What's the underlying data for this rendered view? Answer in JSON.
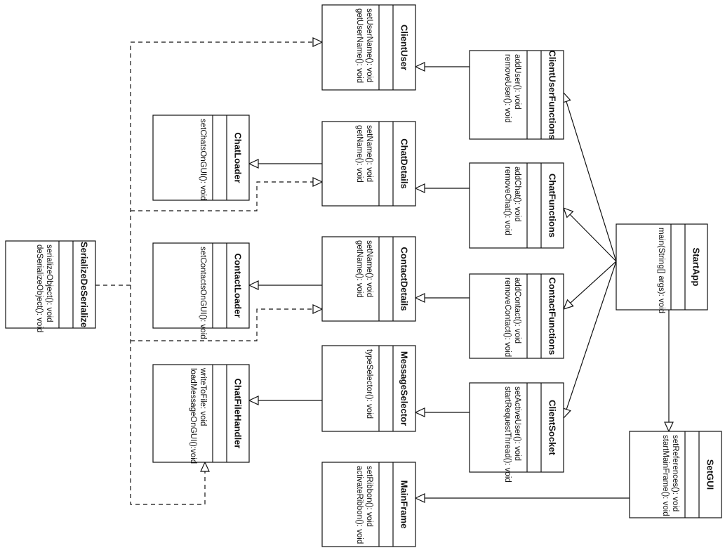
{
  "diagram": {
    "classes": [
      {
        "id": "SerializeDeSerialize",
        "name": "SerializeDeSerialize",
        "methods": [
          "serializeObject(): void",
          "deSerializeObject(): void"
        ]
      },
      {
        "id": "ChatLoader",
        "name": "ChatLoader",
        "methods": [
          "setChatsOnGUI(): void"
        ]
      },
      {
        "id": "ContactLoader",
        "name": "ContactLoader",
        "methods": [
          "setContactsOnGUI(): void"
        ]
      },
      {
        "id": "ChatFileHandler",
        "name": "ChatFileHandler",
        "methods": [
          "writeToFile: void",
          "loadMessageOnGUI():void"
        ]
      },
      {
        "id": "ClientUser",
        "name": "ClientUser",
        "methods": [
          "setUserName(): void",
          "getUserName(): void"
        ]
      },
      {
        "id": "ChatDetails",
        "name": "ChatDetails",
        "methods": [
          "setName(): void",
          "getName(): void"
        ]
      },
      {
        "id": "ContactDetails",
        "name": "ContactDetails",
        "methods": [
          "setName(): void",
          "getName(): void"
        ]
      },
      {
        "id": "MessageSelector",
        "name": "MessageSelector",
        "methods": [
          "typeSelector(): void"
        ]
      },
      {
        "id": "MainFrame",
        "name": "MainFrame",
        "methods": [
          "setRibbon(): void",
          "activateRibbon(): void"
        ]
      },
      {
        "id": "ClientUserFunctions",
        "name": "ClientUserFunctions",
        "methods": [
          "addUser(): void",
          "removeUser(): void"
        ]
      },
      {
        "id": "ChatFunctions",
        "name": "ChatFunctions",
        "methods": [
          "addChat(): void",
          "removeChat(): void"
        ]
      },
      {
        "id": "ContactFunctions",
        "name": "ContactFunctions",
        "methods": [
          "addContact(): void",
          "removeContact(): void"
        ]
      },
      {
        "id": "ClientSocket",
        "name": "ClientSocket",
        "methods": [
          "setActiveUser(): void",
          "startRequestThread(): void"
        ]
      },
      {
        "id": "StartApp",
        "name": "StartApp",
        "methods": [
          "main(String[] args): void"
        ]
      },
      {
        "id": "SetGUI",
        "name": "SetGUI",
        "methods": [
          "setReferences(): void",
          "startMainFrame(): void"
        ]
      }
    ],
    "relationships": [
      {
        "from": "ClientUserFunctions",
        "to": "ClientUser",
        "kind": "association"
      },
      {
        "from": "ChatFunctions",
        "to": "ChatDetails",
        "kind": "association"
      },
      {
        "from": "ContactFunctions",
        "to": "ContactDetails",
        "kind": "association"
      },
      {
        "from": "ClientSocket",
        "to": "MessageSelector",
        "kind": "association"
      },
      {
        "from": "ChatDetails",
        "to": "ChatLoader",
        "kind": "association"
      },
      {
        "from": "ContactDetails",
        "to": "ContactLoader",
        "kind": "association"
      },
      {
        "from": "MessageSelector",
        "to": "ChatFileHandler",
        "kind": "association"
      },
      {
        "from": "SetGUI",
        "to": "MainFrame",
        "kind": "association"
      },
      {
        "from": "StartApp",
        "to": "SetGUI",
        "kind": "association"
      },
      {
        "from": "StartApp",
        "to": "ClientUserFunctions",
        "kind": "association"
      },
      {
        "from": "StartApp",
        "to": "ChatFunctions",
        "kind": "association"
      },
      {
        "from": "StartApp",
        "to": "ContactFunctions",
        "kind": "association"
      },
      {
        "from": "StartApp",
        "to": "ClientSocket",
        "kind": "association"
      },
      {
        "from": "SerializeDeSerialize",
        "to": "ClientUser",
        "kind": "dependency"
      },
      {
        "from": "SerializeDeSerialize",
        "to": "ChatDetails",
        "kind": "dependency"
      },
      {
        "from": "SerializeDeSerialize",
        "to": "ContactDetails",
        "kind": "dependency"
      },
      {
        "from": "SerializeDeSerialize",
        "to": "ChatFileHandler",
        "kind": "dependency"
      }
    ]
  }
}
